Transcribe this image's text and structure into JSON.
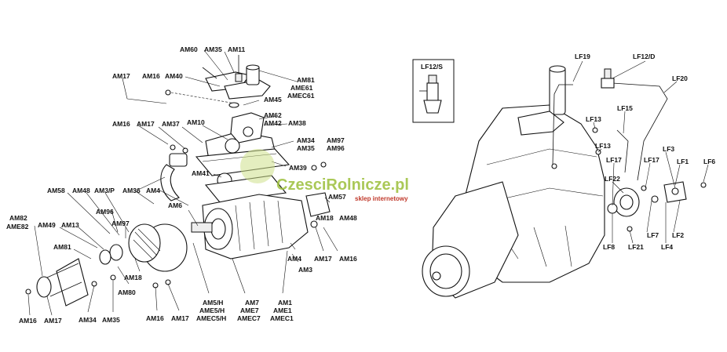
{
  "watermark": {
    "brand": "CzesciRolnicze.pl",
    "tagline": "sklep internetowy",
    "accent": "#9cbf3a",
    "tag_color": "#c0392b"
  },
  "left_labels": {
    "am60": "AM60",
    "am35_top": "AM35",
    "am11": "AM11",
    "am81_group": [
      "AM81",
      "AME61",
      "AMEC61"
    ],
    "am17_a": "AM17",
    "am16_a": "AM16",
    "am40": "AM40",
    "am45": "AM45",
    "am62": "AM62",
    "am42": "AM42",
    "am38": "AM38",
    "am16_b": "AM16",
    "am17_b": "AM17",
    "am37": "AM37",
    "am10": "AM10",
    "am34": "AM34",
    "am35_mid": "AM35",
    "am97": "AM97",
    "am96_r": "AM96",
    "am39": "AM39",
    "am41": "AM41",
    "am36": "AM36",
    "am4_top": "AM4",
    "am58": "AM58",
    "am48_l": "AM48",
    "am3p": "AM3/P",
    "am96_l": "AM96",
    "am97_l": "AM97",
    "am82_group": [
      "AM82",
      "AME82"
    ],
    "am49": "AM49",
    "am13": "AM13",
    "am6": "AM6",
    "am57": "AM57",
    "am18_r": "AM18",
    "am48_r": "AM48",
    "am81_l": "AM81",
    "am4_bot": "AM4",
    "am17_c": "AM17",
    "am16_c": "AM16",
    "am3": "AM3",
    "am18_l": "AM18",
    "am80": "AM80",
    "am16_d": "AM16",
    "am17_d": "AM17",
    "am34_b": "AM34",
    "am35_b": "AM35",
    "am16_e": "AM16",
    "am17_e": "AM17",
    "am5_group": [
      "AM5/H",
      "AME5/H",
      "AMEC5/H"
    ],
    "am7_group": [
      "AM7",
      "AME7",
      "AMEC7"
    ],
    "am1_group": [
      "AM1",
      "AME1",
      "AMEC1"
    ]
  },
  "right_labels": {
    "lf12s": "LF12/S",
    "lf19": "LF19",
    "lf12d": "LF12/D",
    "lf20": "LF20",
    "lf15": "LF15",
    "lf13_a": "LF13",
    "lf13_b": "LF13",
    "lf3": "LF3",
    "lf17_a": "LF17",
    "lf17_b": "LF17",
    "lf22": "LF22",
    "lf1": "LF1",
    "lf6": "LF6",
    "lf7": "LF7",
    "lf2": "LF2",
    "lf8": "LF8",
    "lf21": "LF21",
    "lf4": "LF4"
  }
}
